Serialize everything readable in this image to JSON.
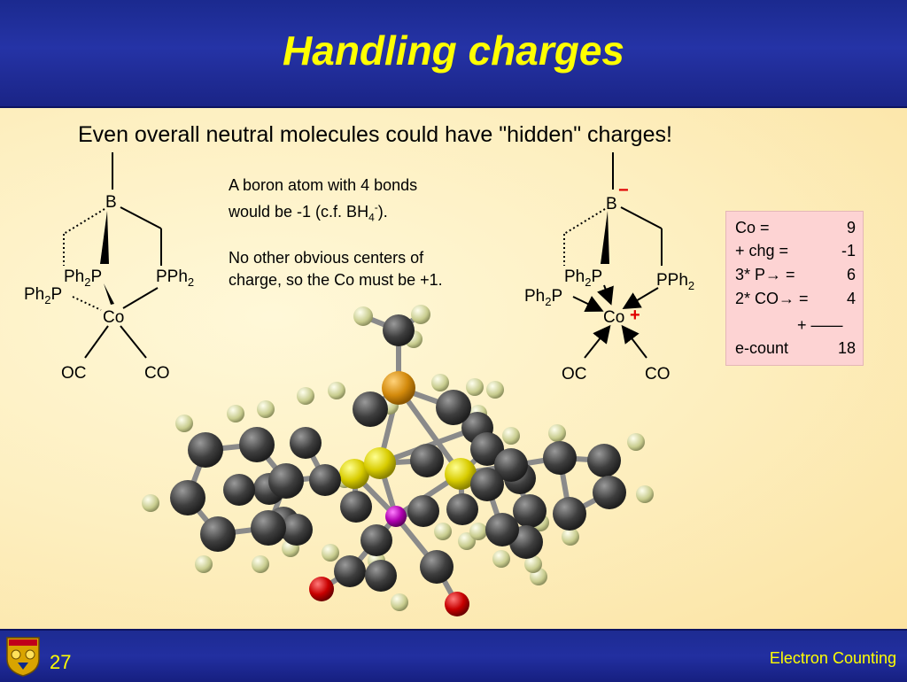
{
  "header": {
    "title": "Handling charges"
  },
  "subtitle": "Even overall neutral molecules could have \"hidden\" charges!",
  "notes": {
    "boron_l1": "A boron atom with 4 bonds",
    "boron_l2a": "would be -1 (c.f. BH",
    "boron_l2_sub": "4",
    "boron_l2_sup": "-",
    "boron_l2_end": ").",
    "co_l1": "No other obvious centers of",
    "co_l2": "charge, so the Co must be +1."
  },
  "structure_left": {
    "B": "B",
    "Ph2P_left": "Ph",
    "Ph2P_left_sub": "2",
    "P": "P",
    "PPh2": "PPh",
    "PPh2_sub": "2",
    "Ph2P_far": "Ph",
    "Ph2P_far_sub": "2",
    "Ph2P_far_P": "P",
    "Co": "Co",
    "OC": "OC",
    "CO": "CO"
  },
  "structure_right": {
    "B": "B",
    "Ph2P_left": "Ph",
    "Ph2P_left_sub": "2",
    "P": "P",
    "PPh2": "PPh",
    "PPh2_sub": "2",
    "Ph2P_far": "Ph",
    "Ph2P_far_sub": "2",
    "Ph2P_far_P": "P",
    "Co": "Co",
    "OC": "OC",
    "CO": "CO",
    "minus": "−",
    "plus": "+"
  },
  "count_table": {
    "rows": [
      {
        "label": "Co =",
        "value": "9"
      },
      {
        "label": "+ chg =",
        "value": "-1"
      },
      {
        "label": "3* P→ =",
        "value": "6"
      },
      {
        "label": "2* CO→ =",
        "value": "4"
      },
      {
        "label": "+ ——",
        "value": ""
      },
      {
        "label": "e-count",
        "value": "18"
      }
    ]
  },
  "footer": {
    "slide_number": "27",
    "section": "Electron Counting"
  },
  "colors": {
    "title": "#ffff00",
    "header_bg": "#2533a6",
    "table_bg": "#fdd3d3",
    "charge_red": "#e00000"
  }
}
